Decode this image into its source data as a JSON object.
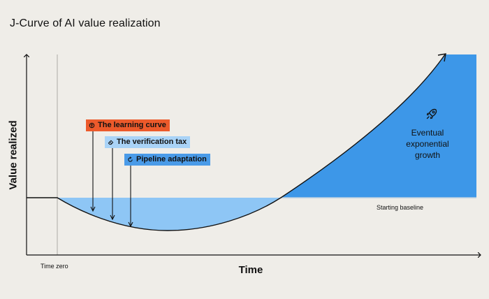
{
  "title": "J-Curve of AI value realization",
  "axes": {
    "y_label": "Value realized",
    "x_label": "Time",
    "time_zero_label": "Time zero"
  },
  "annotations": {
    "learning_curve": "The learning curve",
    "verification_tax": "The verification tax",
    "pipeline_adaptation": "Pipeline adaptation"
  },
  "baseline_label": "Starting baseline",
  "growth_label": [
    "Eventual",
    "exponential",
    "growth"
  ],
  "icons": {
    "learning_curve": "brain-icon",
    "verification_tax": "eraser-icon",
    "pipeline_adaptation": "refresh-icon",
    "growth": "rocket-icon"
  },
  "colors": {
    "background": "#efede8",
    "dip_fill": "#8ec6f5",
    "growth_fill": "#3d97e8",
    "learning_tag": "#ec5a2b",
    "verification_tag": "#a9d3f7",
    "pipeline_tag": "#4a9be8",
    "line": "#111111",
    "baseline": "#b9cfe0"
  }
}
